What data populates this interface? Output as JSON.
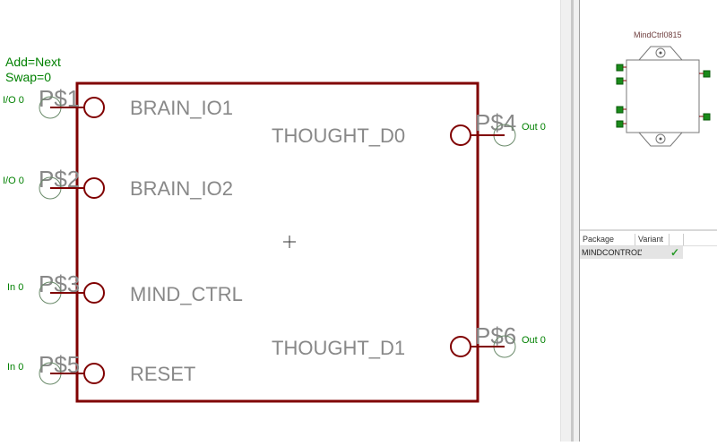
{
  "canvas": {
    "add_label": "Add=Next",
    "swap_label": "Swap=0",
    "pins": [
      {
        "name": "P$1",
        "signal": "BRAIN_IO1",
        "dir": "I/O 0"
      },
      {
        "name": "P$2",
        "signal": "BRAIN_IO2",
        "dir": "I/O 0"
      },
      {
        "name": "P$3",
        "signal": "MIND_CTRL",
        "dir": "In 0"
      },
      {
        "name": "P$5",
        "signal": "RESET",
        "dir": "In 0"
      },
      {
        "name": "P$4",
        "signal": "THOUGHT_D0",
        "dir": "Out 0"
      },
      {
        "name": "P$6",
        "signal": "THOUGHT_D1",
        "dir": "Out 0"
      }
    ],
    "colors": {
      "symbol": "#800000",
      "pin_text": "#888888",
      "green": "#008000"
    }
  },
  "preview": {
    "title": "MindCtrl0815"
  },
  "package_table": {
    "headers": [
      "Package",
      "Variant"
    ],
    "rows": [
      {
        "package": "MINDCONTROL",
        "variant": "''",
        "status": "✓"
      }
    ]
  }
}
